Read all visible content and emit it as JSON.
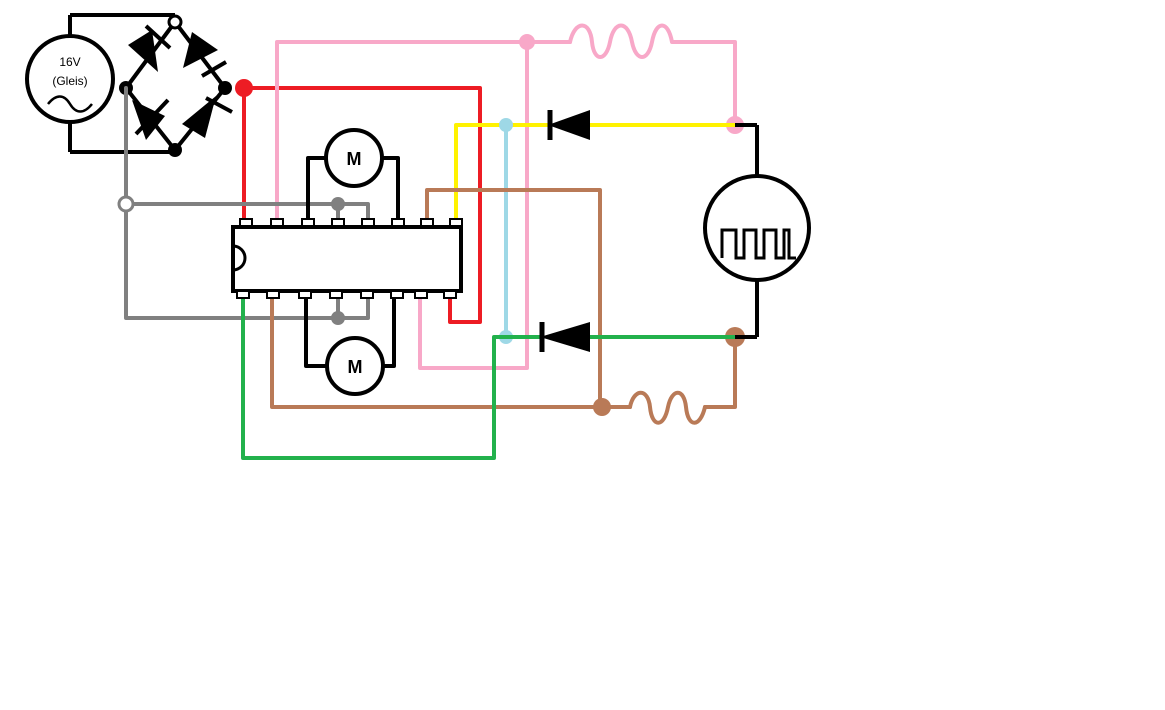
{
  "source": {
    "voltage_label": "16V",
    "track_label": "(Gleis)",
    "symbol": "ac-wave"
  },
  "motors": {
    "top_label": "M",
    "bottom_label": "M"
  },
  "generator": {
    "symbol": "square-wave"
  },
  "colors": {
    "red": "#ed1c24",
    "pink": "#f8a8c8",
    "yellow": "#fff200",
    "lightblue": "#9ed8e6",
    "brown": "#b97a57",
    "gray": "#808080",
    "green": "#22b14c",
    "black": "#000000"
  }
}
